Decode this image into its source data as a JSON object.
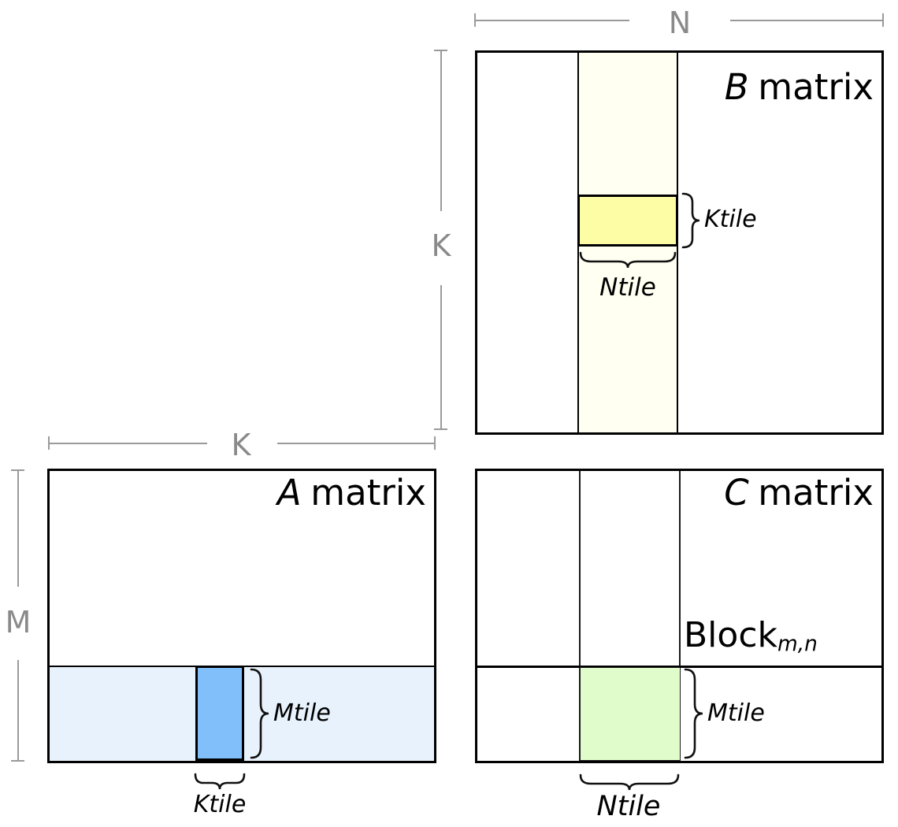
{
  "b_matrix": {
    "letter": "B",
    "word": "matrix",
    "ktile_label": "Ktile",
    "ntile_label": "Ntile",
    "strip_color": "#FFFFF2",
    "tile_color": "#FDFDA6"
  },
  "a_matrix": {
    "letter": "A",
    "word": "matrix",
    "mtile_label": "Mtile",
    "ktile_label": "Ktile",
    "strip_color": "#E8F2FC",
    "tile_color": "#80BFFA"
  },
  "c_matrix": {
    "letter": "C",
    "word": "matrix",
    "block_label": "Block",
    "block_subscript": "m,n",
    "mtile_label": "Mtile",
    "ntile_label": "Ntile",
    "tile_color": "#DFFCCA"
  },
  "dim_labels": {
    "n": "N",
    "k_vertical": "K",
    "k_horizontal": "K",
    "m": "M"
  },
  "colors": {
    "dim_line": "#9A9A9A",
    "dim_label": "#8A8A8A",
    "border": "#000000"
  }
}
